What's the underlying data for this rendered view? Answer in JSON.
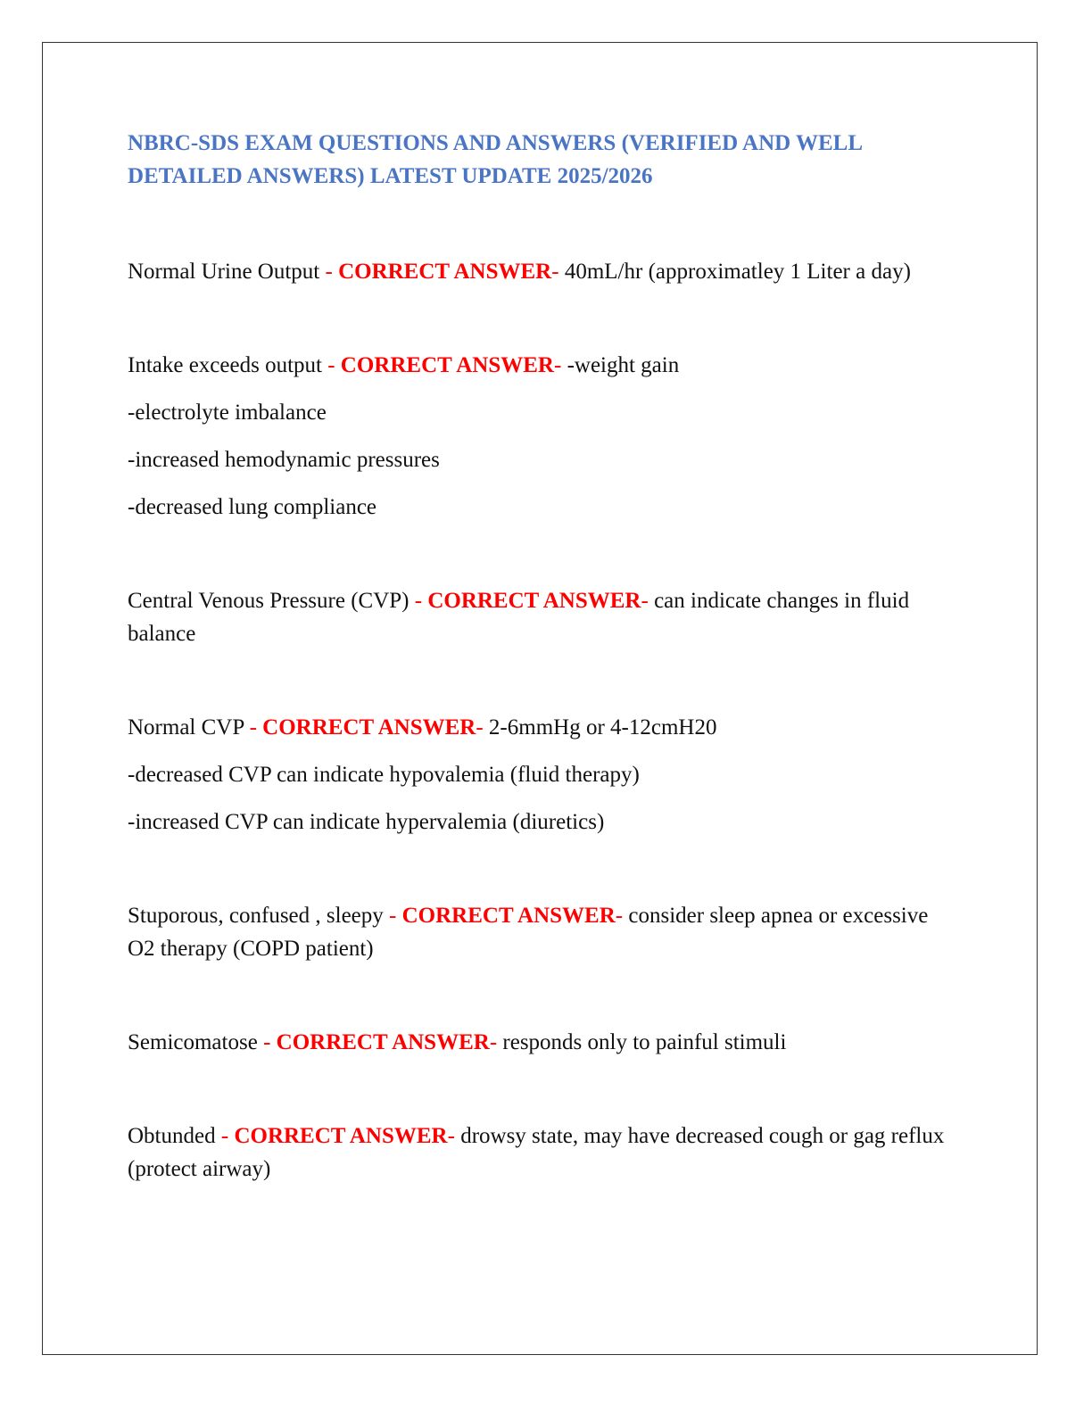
{
  "document": {
    "title": "NBRC-SDS EXAM QUESTIONS AND ANSWERS (VERIFIED AND WELL DETAILED ANSWERS) LATEST UPDATE 2025/2026",
    "separator_before": " - ",
    "answer_label": "CORRECT ANSWER",
    "separator_after": "- ",
    "colors": {
      "title": "#4a74c4",
      "answer_label": "#ff0000",
      "text": "#111111"
    },
    "items": [
      {
        "term": "Normal Urine Output",
        "answer": "40mL/hr (approximatley 1 Liter a day)",
        "extra": []
      },
      {
        "term": "Intake exceeds output",
        "answer": "-weight gain",
        "extra": [
          "-electrolyte imbalance",
          "-increased hemodynamic pressures",
          "-decreased lung compliance"
        ]
      },
      {
        "term": "Central Venous Pressure (CVP)",
        "answer": "can indicate changes in fluid balance",
        "extra": []
      },
      {
        "term": "Normal CVP",
        "answer": "2-6mmHg or 4-12cmH20",
        "extra": [
          "-decreased CVP can indicate hypovalemia (fluid therapy)",
          "-increased CVP can indicate hypervalemia (diuretics)"
        ]
      },
      {
        "term": "Stuporous, confused , sleepy",
        "answer": "consider sleep apnea or excessive O2 therapy (COPD patient)",
        "extra": []
      },
      {
        "term": "Semicomatose",
        "answer": "responds only to painful stimuli",
        "extra": []
      },
      {
        "term": "Obtunded",
        "answer": "drowsy state, may have decreased cough or gag reflux (protect airway)",
        "extra": []
      }
    ]
  }
}
